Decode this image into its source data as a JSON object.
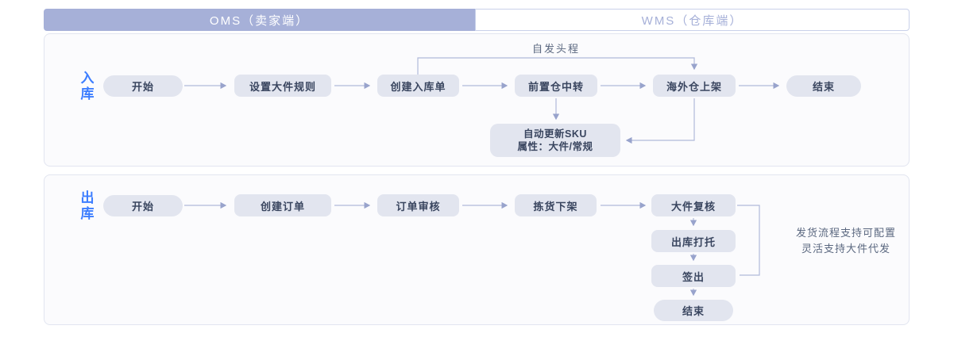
{
  "header": {
    "oms_label": "OMS（卖家端）",
    "wms_label": "WMS（仓库端）"
  },
  "inbound": {
    "label": "入库",
    "bypass_label": "自发头程",
    "nodes": {
      "start": "开始",
      "set_rules": "设置大件规则",
      "create_order": "创建入库单",
      "transit": "前置仓中转",
      "shelving": "海外仓上架",
      "end": "结束",
      "sku_line1": "自动更新SKU",
      "sku_line2": "属性：大件/常规"
    }
  },
  "outbound": {
    "label": "出库",
    "annotation_line1": "发货流程支持可配置",
    "annotation_line2": "灵活支持大件代发",
    "nodes": {
      "start": "开始",
      "create_order": "创建订单",
      "review": "订单审核",
      "picking": "拣货下架",
      "recheck": "大件复核",
      "palletize": "出库打托",
      "checkout": "签出",
      "end": "结束"
    }
  },
  "colors": {
    "header_fill": "#a6b0d8",
    "wms_text": "#a6b0d8",
    "node_bg": "#e2e5ef",
    "node_text": "#39455f",
    "lane_label_blue": "#3d7eff",
    "arrow_line": "#b0b9da",
    "arrow_head": "#98a3cc",
    "panel_bg": "#fbfbfd",
    "panel_border": "#e2e5f0",
    "annotation_text": "#5b6880"
  }
}
